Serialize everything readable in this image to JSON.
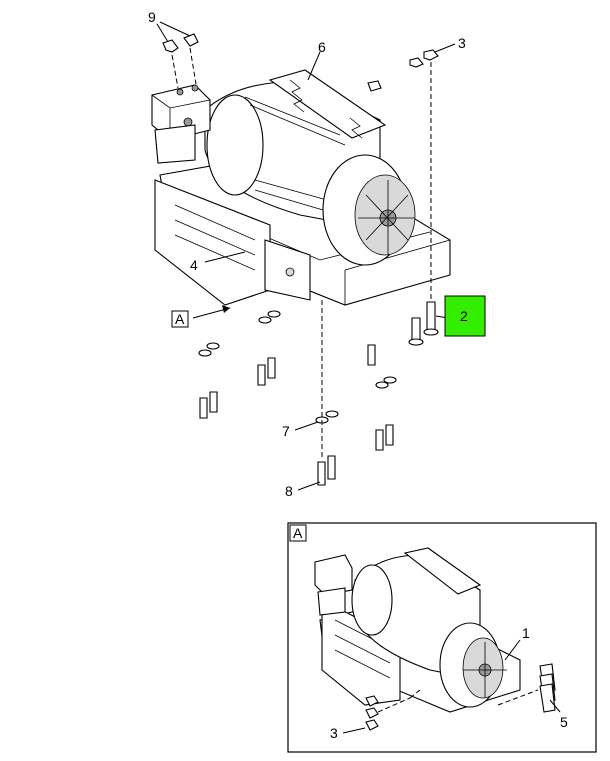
{
  "callouts": {
    "c1": "1",
    "c2": "2",
    "c3": "3",
    "c3_detail": "3",
    "c4": "4",
    "c5": "5",
    "c6": "6",
    "c7": "7",
    "c8": "8",
    "c9": "9"
  },
  "view_labels": {
    "view_ref": "A",
    "detail_label": "A"
  },
  "highlight_color": "#33ee00"
}
